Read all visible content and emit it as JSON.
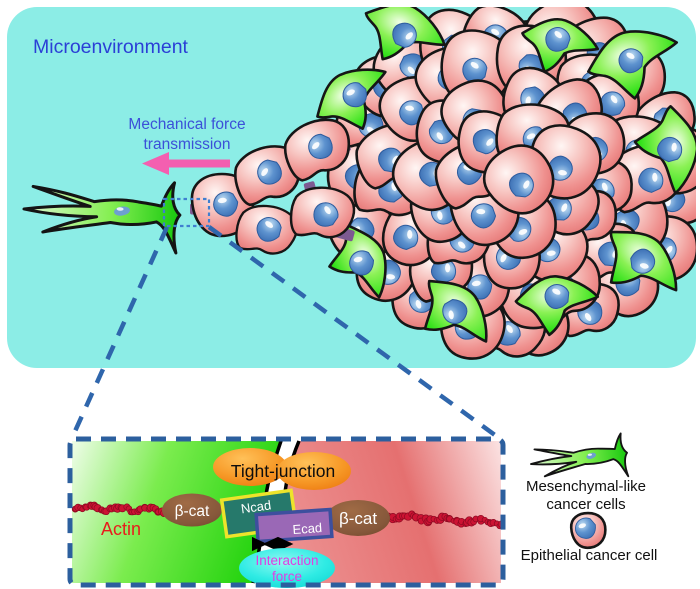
{
  "panel": {
    "label": "Microenvironment",
    "bg_color": "#8CEDE6",
    "label_color": "#2B3FD6"
  },
  "force": {
    "line1": "Mechanical force",
    "line2": "transmission",
    "text_color": "#3B50D8",
    "arrow_color": "#F45FB0"
  },
  "cells": {
    "epithelial_fill": "#EF918F",
    "epithelial_highlight": "#FFF6F4",
    "epithelial_edge": "#E3706F",
    "mesenchymal_fill": "#36E21D",
    "mesenchymal_highlight": "#F2FFE9",
    "nucleus_color": "#4E86C6",
    "junction_connector_color": "#7D5A92",
    "outline_color": "#161616"
  },
  "roi": {
    "box_color": "#3F7FD0",
    "projection_line_color": "#2F66AC"
  },
  "inset": {
    "border_color": "#2C5F9E",
    "green_side_color": "#27D411",
    "red_side_color": "#E57070",
    "tight_junction_label": "Tight-junction",
    "tight_junction_fill": "#F79A28",
    "bcat_left_label": "β-cat",
    "bcat_right_label": "β-cat",
    "bcat_fill": "#86583B",
    "ncad_label": "Ncad",
    "ncad_fill": "#26796B",
    "ncad_border": "#EDE32B",
    "ecad_label": "Ecad",
    "ecad_fill": "#9A68B6",
    "ecad_border": "#3D4F9E",
    "actin_label": "Actin",
    "actin_text_color": "#E81C1C",
    "actin_bead_color": "#CC1333",
    "interaction_line1": "Interaction",
    "interaction_line2": "force",
    "interaction_text_color": "#E23DE2",
    "interaction_fill": "#2FEBE4"
  },
  "legend": {
    "mesenchymal_line1": "Mesenchymal-like",
    "mesenchymal_line2": "cancer cells",
    "epithelial_label": "Epithelial cancer cell",
    "text_color": "#111111"
  }
}
